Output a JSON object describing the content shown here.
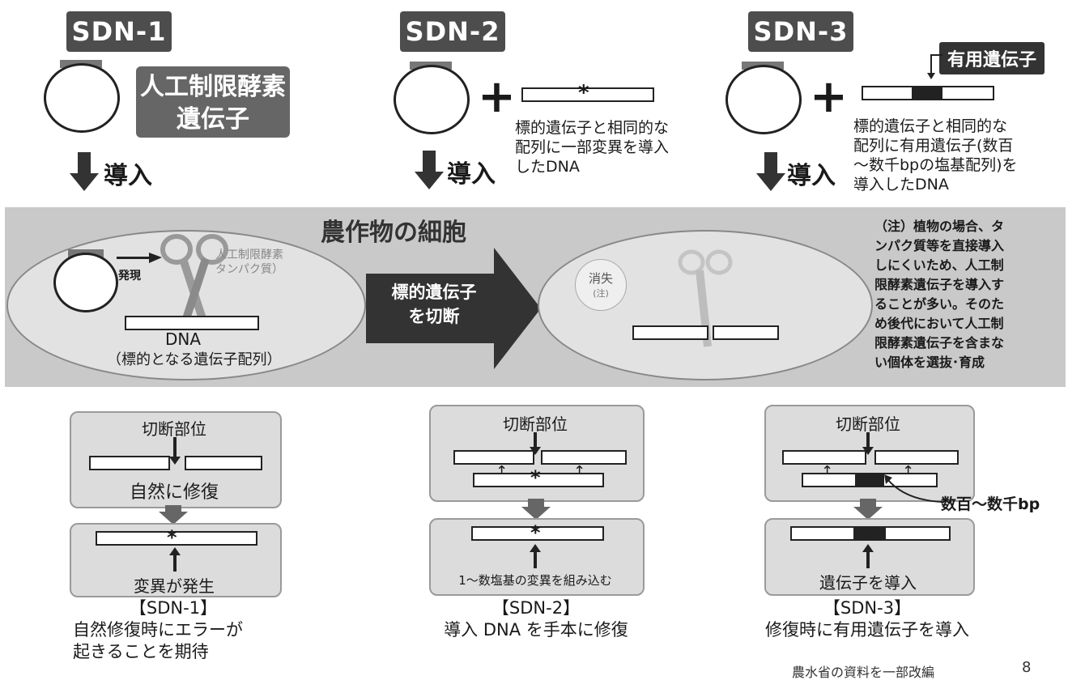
{
  "sdn1": {
    "badge": "SDN-1",
    "enzyme_line1": "人工制限酵素",
    "enzyme_line2": "遺伝子",
    "introduce": "導入"
  },
  "sdn2": {
    "badge": "SDN-2",
    "asterisk": "*",
    "desc_line1": "標的遺伝子と相同的な",
    "desc_line2": "配列に一部変異を導入",
    "desc_line3": "したDNA",
    "introduce": "導入"
  },
  "sdn3": {
    "badge": "SDN-3",
    "useful_gene": "有用遺伝子",
    "desc_line1": "標的遺伝子と相同的な",
    "desc_line2": "配列に有用遺伝子(数百",
    "desc_line3": "～数千bpの塩基配列)を",
    "desc_line4": "導入したDNA",
    "introduce": "導入"
  },
  "cell": {
    "title": "農作物の細胞",
    "expression": "発現",
    "enzyme_protein_line1": "人工制限酵素",
    "enzyme_protein_line2": "タンパク質）",
    "dna": "DNA",
    "dna_sub": "（標的となる遺伝子配列）",
    "cut_line1": "標的遺伝子",
    "cut_line2": "を切断",
    "vanish": "消失",
    "vanish_note": "(注)"
  },
  "note": {
    "lines": [
      "（注）植物の場合、タ",
      "ンパク質等を直接導入",
      "しにくいため、人工制",
      "限酵素遺伝子を導入す",
      "ることが多い。そのた",
      "め後代において人工制",
      "限酵素遺伝子を含まな",
      "い個体を選抜･育成"
    ]
  },
  "panels": {
    "p1": {
      "cut_site": "切断部位",
      "repair": "自然に修復",
      "asterisk": "*",
      "mutation": "変異が発生"
    },
    "p2": {
      "cut_site": "切断部位",
      "asterisk": "*",
      "asterisk2": "*",
      "result": "1～数塩基の変異を組み込む"
    },
    "p3": {
      "cut_site": "切断部位",
      "size_label": "数百～数千bp",
      "result": "遺伝子を導入"
    }
  },
  "captions": {
    "c1_title": "【SDN-1】",
    "c1_line1": "自然修復時にエラーが",
    "c1_line2": "起きることを期待",
    "c2_title": "【SDN-2】",
    "c2_line1": "導入 DNA を手本に修復",
    "c3_title": "【SDN-3】",
    "c3_line1": "修復時に有用遺伝子を導入"
  },
  "footer": {
    "source": "農水省の資料を一部改編",
    "page": "8"
  }
}
